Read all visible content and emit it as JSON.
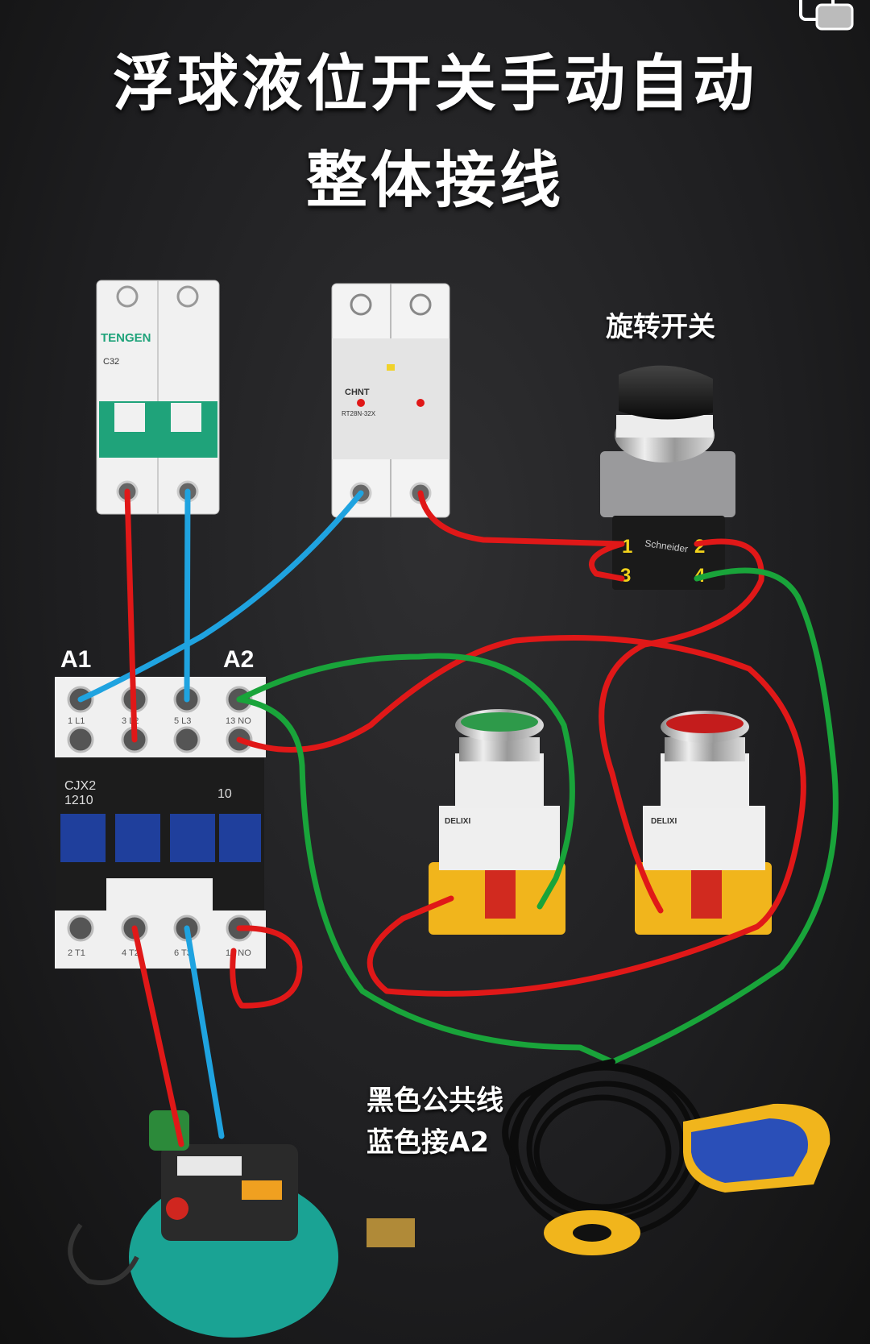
{
  "title": {
    "line1": "浮球液位开关手动自动",
    "line2": "整体接线"
  },
  "labels": {
    "rotary_switch": "旋转开关",
    "a1": "A1",
    "a2": "A2",
    "float_note_line1": "黑色公共线",
    "float_note_line2": "蓝色接A2"
  },
  "components": {
    "breaker_brand": "TENGEN",
    "breaker_rating": "C32",
    "fuse_brand": "CHNT",
    "fuse_model": "RT28N-32X",
    "contactor_model_line1": "CJX2",
    "contactor_model_line2": "1210",
    "contactor_aux": "10",
    "contactor_top_terminals": [
      "1 L1",
      "3 L2",
      "5 L3",
      "13 NO"
    ],
    "contactor_bottom_terminals": [
      "2 T1",
      "4 T2",
      "6 T3",
      "14 NO"
    ],
    "rotary_brand": "Schneider",
    "rotary_terminals": [
      "1",
      "2",
      "3",
      "4"
    ],
    "button_brand": "DELIXI"
  },
  "colors": {
    "wire_red": "#e01818",
    "wire_blue": "#1fa3e0",
    "wire_green": "#19a43a",
    "breaker_green": "#1fa37a",
    "contactor_blue": "#1f3f9c",
    "pump_teal": "#1aa394",
    "float_blue": "#2a4fb8",
    "float_yellow": "#f1b51c"
  },
  "icons": [
    "breaker",
    "fuse-holder",
    "rotary-selector-switch",
    "ac-contactor",
    "green-push-button",
    "red-push-button",
    "float-level-switch",
    "water-pump",
    "corner-window-icon"
  ]
}
